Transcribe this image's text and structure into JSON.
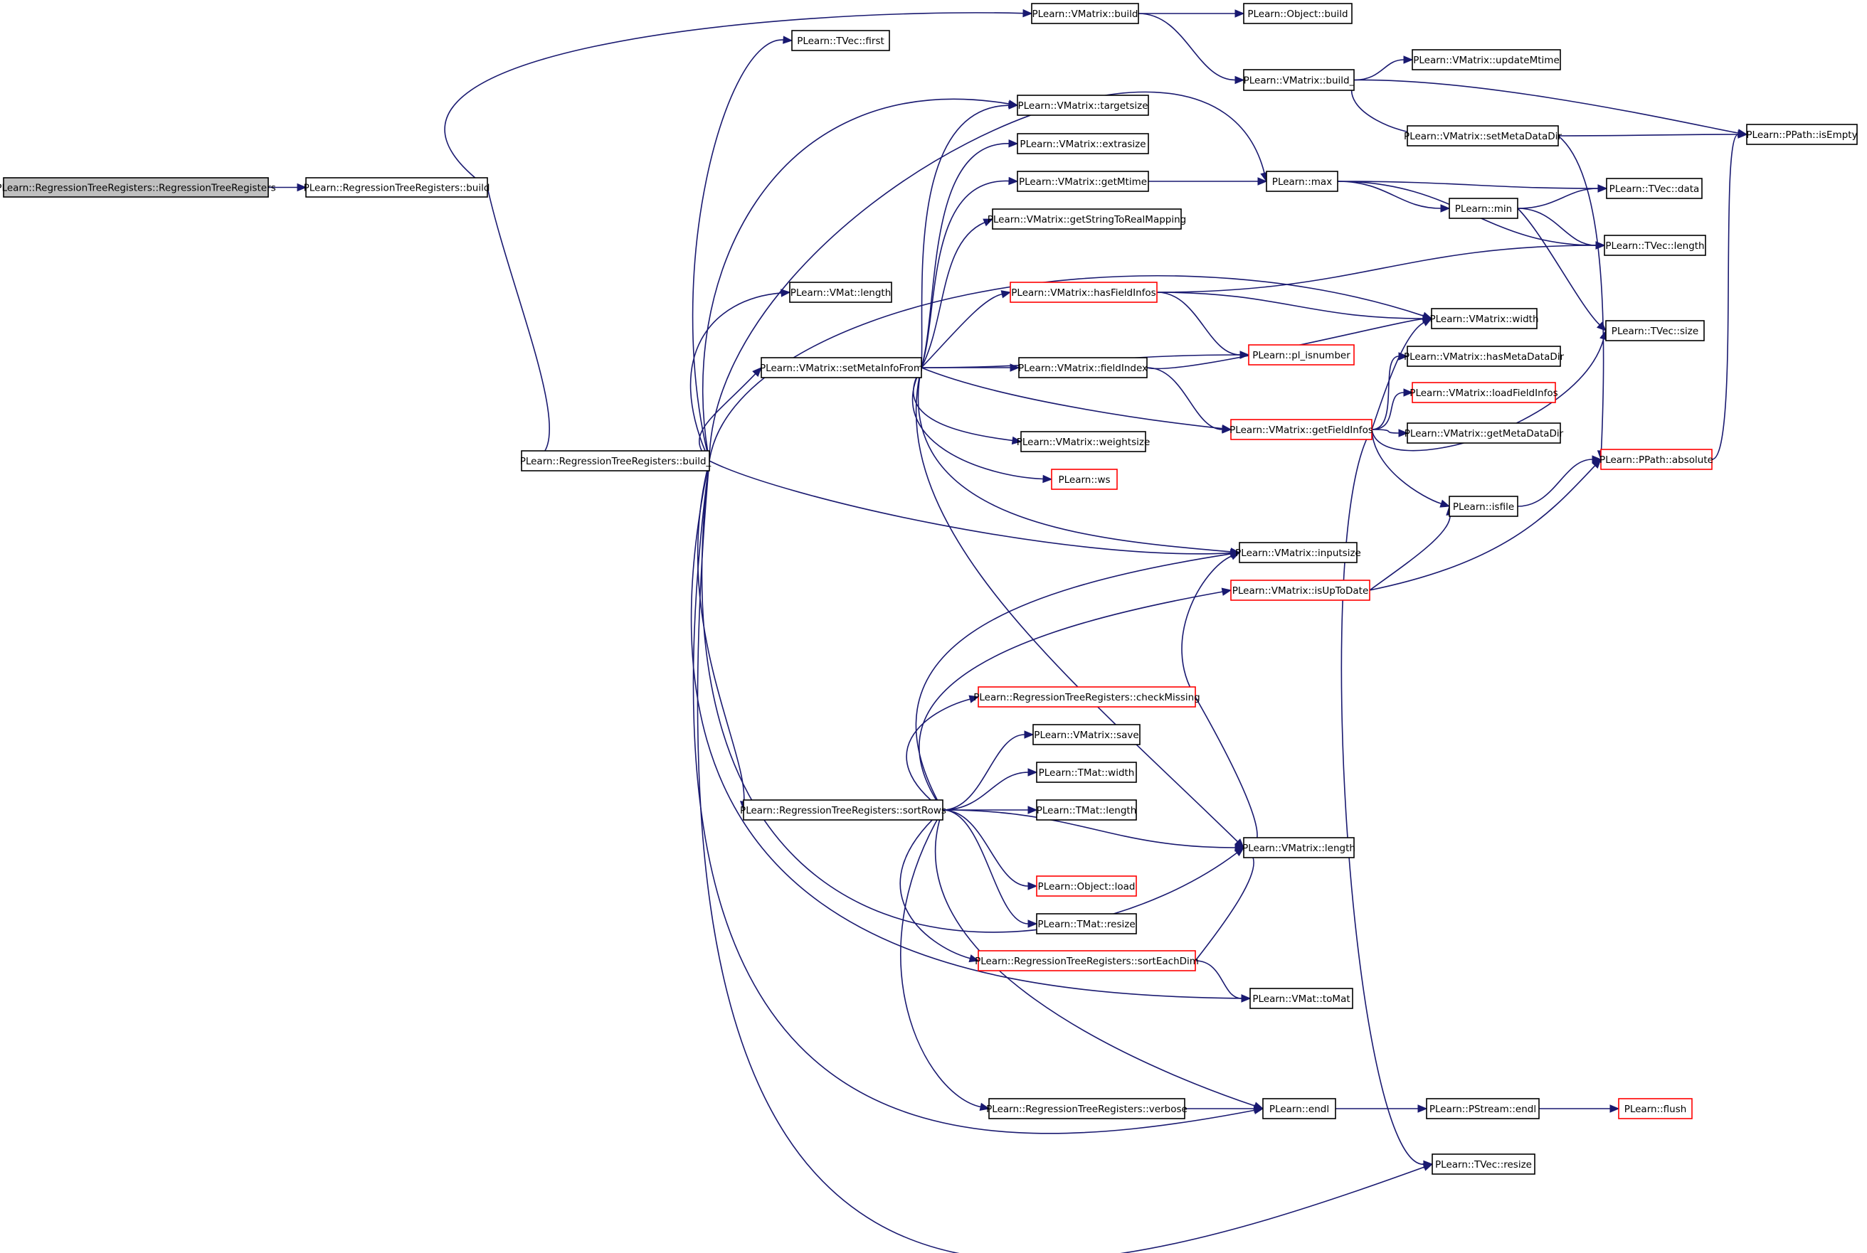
{
  "colors": {
    "edge": "#191970",
    "node_border": "#000000",
    "node_border_undocumented": "#ff0000",
    "node_fill": "#ffffff",
    "root_fill": "#bfbfbf"
  },
  "nodes": [
    {
      "id": "root",
      "label": "PLearn::RegressionTreeRegisters::RegressionTreeRegisters",
      "style": "root"
    },
    {
      "id": "build",
      "label": "PLearn::RegressionTreeRegisters::build",
      "style": "normal"
    },
    {
      "id": "vmbuild",
      "label": "PLearn::VMatrix::build",
      "style": "normal"
    },
    {
      "id": "objbuild",
      "label": "PLearn::Object::build",
      "style": "normal"
    },
    {
      "id": "tvfirst",
      "label": "PLearn::TVec::first",
      "style": "normal"
    },
    {
      "id": "vmbuild_",
      "label": "PLearn::VMatrix::build_",
      "style": "normal"
    },
    {
      "id": "updmtime",
      "label": "PLearn::VMatrix::updateMtime",
      "style": "normal"
    },
    {
      "id": "isempty",
      "label": "PLearn::PPath::isEmpty",
      "style": "normal"
    },
    {
      "id": "setmddir",
      "label": "PLearn::VMatrix::setMetaDataDir",
      "style": "normal"
    },
    {
      "id": "targetsize",
      "label": "PLearn::VMatrix::targetsize",
      "style": "normal"
    },
    {
      "id": "extrasize",
      "label": "PLearn::VMatrix::extrasize",
      "style": "normal"
    },
    {
      "id": "getmtime",
      "label": "PLearn::VMatrix::getMtime",
      "style": "normal"
    },
    {
      "id": "max",
      "label": "PLearn::max",
      "style": "normal"
    },
    {
      "id": "tvdata",
      "label": "PLearn::TVec::data",
      "style": "normal"
    },
    {
      "id": "min",
      "label": "PLearn::min",
      "style": "normal"
    },
    {
      "id": "getstr",
      "label": "PLearn::VMatrix::getStringToRealMapping",
      "style": "normal"
    },
    {
      "id": "tvlength",
      "label": "PLearn::TVec::length",
      "style": "normal"
    },
    {
      "id": "vmatlength",
      "label": "PLearn::VMat::length",
      "style": "normal"
    },
    {
      "id": "hasfi",
      "label": "PLearn::VMatrix::hasFieldInfos",
      "style": "undocumented"
    },
    {
      "id": "vmwidth",
      "label": "PLearn::VMatrix::width",
      "style": "normal"
    },
    {
      "id": "tvsize",
      "label": "PLearn::TVec::size",
      "style": "normal"
    },
    {
      "id": "setmif",
      "label": "PLearn::VMatrix::setMetaInfoFrom",
      "style": "normal"
    },
    {
      "id": "plisnum",
      "label": "PLearn::pl_isnumber",
      "style": "undocumented"
    },
    {
      "id": "hasmddir",
      "label": "PLearn::VMatrix::hasMetaDataDir",
      "style": "normal"
    },
    {
      "id": "fieldindex",
      "label": "PLearn::VMatrix::fieldIndex",
      "style": "normal"
    },
    {
      "id": "loadfi",
      "label": "PLearn::VMatrix::loadFieldInfos",
      "style": "undocumented"
    },
    {
      "id": "getfi",
      "label": "PLearn::VMatrix::getFieldInfos",
      "style": "undocumented"
    },
    {
      "id": "getmddir",
      "label": "PLearn::VMatrix::getMetaDataDir",
      "style": "normal"
    },
    {
      "id": "weightsize",
      "label": "PLearn::VMatrix::weightsize",
      "style": "normal"
    },
    {
      "id": "build_",
      "label": "PLearn::RegressionTreeRegisters::build_",
      "style": "normal"
    },
    {
      "id": "absolute",
      "label": "PLearn::PPath::absolute",
      "style": "undocumented"
    },
    {
      "id": "ws",
      "label": "PLearn::ws",
      "style": "undocumented"
    },
    {
      "id": "isfile",
      "label": "PLearn::isfile",
      "style": "normal"
    },
    {
      "id": "inputsize",
      "label": "PLearn::VMatrix::inputsize",
      "style": "normal"
    },
    {
      "id": "isuptodate",
      "label": "PLearn::VMatrix::isUpToDate",
      "style": "undocumented"
    },
    {
      "id": "checkmissing",
      "label": "PLearn::RegressionTreeRegisters::checkMissing",
      "style": "undocumented"
    },
    {
      "id": "vmsave",
      "label": "PLearn::VMatrix::save",
      "style": "normal"
    },
    {
      "id": "tmwidth",
      "label": "PLearn::TMat::width",
      "style": "normal"
    },
    {
      "id": "sortrows",
      "label": "PLearn::RegressionTreeRegisters::sortRows",
      "style": "normal"
    },
    {
      "id": "tmlength",
      "label": "PLearn::TMat::length",
      "style": "normal"
    },
    {
      "id": "vmlength",
      "label": "PLearn::VMatrix::length",
      "style": "normal"
    },
    {
      "id": "objload",
      "label": "PLearn::Object::load",
      "style": "undocumented"
    },
    {
      "id": "tmresize",
      "label": "PLearn::TMat::resize",
      "style": "normal"
    },
    {
      "id": "sorteach",
      "label": "PLearn::RegressionTreeRegisters::sortEachDim",
      "style": "undocumented"
    },
    {
      "id": "tomat",
      "label": "PLearn::VMat::toMat",
      "style": "normal"
    },
    {
      "id": "verbose",
      "label": "PLearn::RegressionTreeRegisters::verbose",
      "style": "normal"
    },
    {
      "id": "endl",
      "label": "PLearn::endl",
      "style": "normal"
    },
    {
      "id": "psendl",
      "label": "PLearn::PStream::endl",
      "style": "normal"
    },
    {
      "id": "flush",
      "label": "PLearn::flush",
      "style": "undocumented"
    },
    {
      "id": "tvresize",
      "label": "PLearn::TVec::resize",
      "style": "normal"
    }
  ],
  "edges": [
    [
      "root",
      "build"
    ],
    [
      "build",
      "vmbuild"
    ],
    [
      "build",
      "build_"
    ],
    [
      "vmbuild",
      "objbuild"
    ],
    [
      "vmbuild",
      "vmbuild_"
    ],
    [
      "vmbuild_",
      "updmtime"
    ],
    [
      "vmbuild_",
      "isempty"
    ],
    [
      "vmbuild_",
      "setmddir"
    ],
    [
      "setmddir",
      "isempty"
    ],
    [
      "setmddir",
      "absolute"
    ],
    [
      "absolute",
      "isempty"
    ],
    [
      "getmtime",
      "max"
    ],
    [
      "max",
      "tvdata"
    ],
    [
      "max",
      "min"
    ],
    [
      "max",
      "tvlength"
    ],
    [
      "min",
      "tvdata"
    ],
    [
      "min",
      "tvlength"
    ],
    [
      "min",
      "tvsize"
    ],
    [
      "build_",
      "tvfirst"
    ],
    [
      "build_",
      "targetsize"
    ],
    [
      "build_",
      "max"
    ],
    [
      "build_",
      "vmatlength"
    ],
    [
      "build_",
      "vmwidth"
    ],
    [
      "build_",
      "setmif"
    ],
    [
      "build_",
      "inputsize"
    ],
    [
      "build_",
      "sortrows"
    ],
    [
      "build_",
      "vmlength"
    ],
    [
      "build_",
      "tomat"
    ],
    [
      "build_",
      "endl"
    ],
    [
      "build_",
      "tvresize"
    ],
    [
      "setmif",
      "targetsize"
    ],
    [
      "setmif",
      "extrasize"
    ],
    [
      "setmif",
      "getmtime"
    ],
    [
      "setmif",
      "getstr"
    ],
    [
      "setmif",
      "hasfi"
    ],
    [
      "setmif",
      "plisnum"
    ],
    [
      "setmif",
      "fieldindex"
    ],
    [
      "setmif",
      "getfi"
    ],
    [
      "setmif",
      "weightsize"
    ],
    [
      "setmif",
      "ws"
    ],
    [
      "setmif",
      "inputsize"
    ],
    [
      "setmif",
      "vmlength"
    ],
    [
      "hasfi",
      "tvlength"
    ],
    [
      "hasfi",
      "vmwidth"
    ],
    [
      "hasfi",
      "plisnum"
    ],
    [
      "fieldindex",
      "vmwidth"
    ],
    [
      "fieldindex",
      "getfi"
    ],
    [
      "getfi",
      "vmwidth"
    ],
    [
      "getfi",
      "hasmddir"
    ],
    [
      "getfi",
      "loadfi"
    ],
    [
      "getfi",
      "getmddir"
    ],
    [
      "getfi",
      "tvsize"
    ],
    [
      "getfi",
      "isfile"
    ],
    [
      "getfi",
      "tvresize"
    ],
    [
      "isfile",
      "absolute"
    ],
    [
      "isuptodate",
      "isfile"
    ],
    [
      "isuptodate",
      "absolute"
    ],
    [
      "checkmissing",
      "inputsize"
    ],
    [
      "checkmissing",
      "vmlength"
    ],
    [
      "sortrows",
      "inputsize"
    ],
    [
      "sortrows",
      "isuptodate"
    ],
    [
      "sortrows",
      "checkmissing"
    ],
    [
      "sortrows",
      "vmsave"
    ],
    [
      "sortrows",
      "tmwidth"
    ],
    [
      "sortrows",
      "tmlength"
    ],
    [
      "sortrows",
      "vmlength"
    ],
    [
      "sortrows",
      "objload"
    ],
    [
      "sortrows",
      "tmresize"
    ],
    [
      "sortrows",
      "sorteach"
    ],
    [
      "sortrows",
      "verbose"
    ],
    [
      "sortrows",
      "endl"
    ],
    [
      "sorteach",
      "vmlength"
    ],
    [
      "sorteach",
      "tomat"
    ],
    [
      "verbose",
      "endl"
    ],
    [
      "endl",
      "psendl"
    ],
    [
      "psendl",
      "flush"
    ]
  ]
}
